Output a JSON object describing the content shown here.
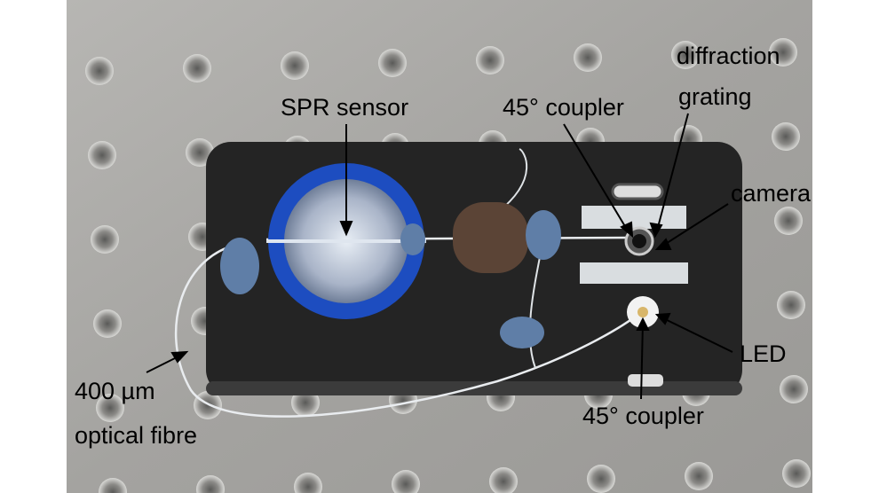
{
  "labels": {
    "spr_sensor": "SPR sensor",
    "coupler_top": "45° coupler",
    "diffraction_1": "diffraction",
    "diffraction_2": "grating",
    "camera": "camera",
    "led": "LED",
    "coupler_bottom": "45° coupler",
    "fibre_1": "400 µm",
    "fibre_2": "optical fibre"
  },
  "colors": {
    "table": "#a9a9a7",
    "phone": "#232323",
    "cap": "#1f4fc4",
    "coupler": "#5f7fa8"
  }
}
